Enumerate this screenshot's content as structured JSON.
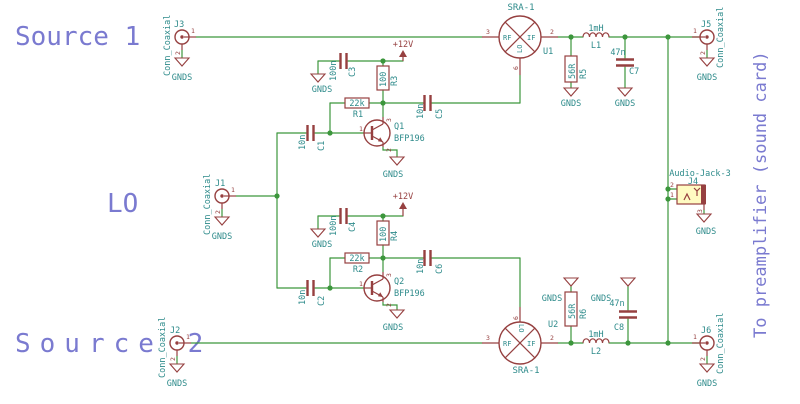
{
  "colors": {
    "wire": "#3c963c",
    "component": "#964040",
    "annotation": "#2e8b8b",
    "label": "#7a7ad0",
    "pin": "#964040",
    "jack_fill": "#fffbc2"
  },
  "labels": {
    "source1": "Source 1",
    "source2": "Source 2",
    "lo": "LO",
    "output_note": "To preamplifier (sound card)"
  },
  "nets": {
    "ground": "GNDS",
    "power": "+12V"
  },
  "pin_numbers": {
    "n1": "1",
    "n2": "2",
    "n3": "3",
    "n6": "6"
  },
  "mixer_ports": {
    "rf": "RF",
    "if": "IF",
    "lo": "LO"
  },
  "parts": {
    "j1": {
      "ref": "J1",
      "value": "Conn_Coaxial"
    },
    "j2": {
      "ref": "J2",
      "value": "Conn_Coaxial"
    },
    "j3": {
      "ref": "J3",
      "value": "Conn_Coaxial"
    },
    "j4": {
      "ref": "J4",
      "value": "Audio-Jack-3"
    },
    "j5": {
      "ref": "J5",
      "value": "Conn_Coaxial"
    },
    "j6": {
      "ref": "J6",
      "value": "Conn_Coaxial"
    },
    "u1": {
      "ref": "U1",
      "value": "SRA-1"
    },
    "u2": {
      "ref": "U2",
      "value": "SRA-1"
    },
    "q1": {
      "ref": "Q1",
      "value": "BFP196"
    },
    "q2": {
      "ref": "Q2",
      "value": "BFP196"
    },
    "r1": {
      "ref": "R1",
      "value": "22k"
    },
    "r2": {
      "ref": "R2",
      "value": "22k"
    },
    "r3": {
      "ref": "R3",
      "value": "100"
    },
    "r4": {
      "ref": "R4",
      "value": "100"
    },
    "r5": {
      "ref": "R5",
      "value": "56R"
    },
    "r6": {
      "ref": "R6",
      "value": "56R"
    },
    "c1": {
      "ref": "C1",
      "value": "10n"
    },
    "c2": {
      "ref": "C2",
      "value": "10n"
    },
    "c3": {
      "ref": "C3",
      "value": "100n"
    },
    "c4": {
      "ref": "C4",
      "value": "100n"
    },
    "c5": {
      "ref": "C5",
      "value": "10n"
    },
    "c6": {
      "ref": "C6",
      "value": "10n"
    },
    "c7": {
      "ref": "C7",
      "value": "47n"
    },
    "c8": {
      "ref": "C8",
      "value": "47n"
    },
    "l1": {
      "ref": "L1",
      "value": "1mH"
    },
    "l2": {
      "ref": "L2",
      "value": "1mH"
    }
  }
}
